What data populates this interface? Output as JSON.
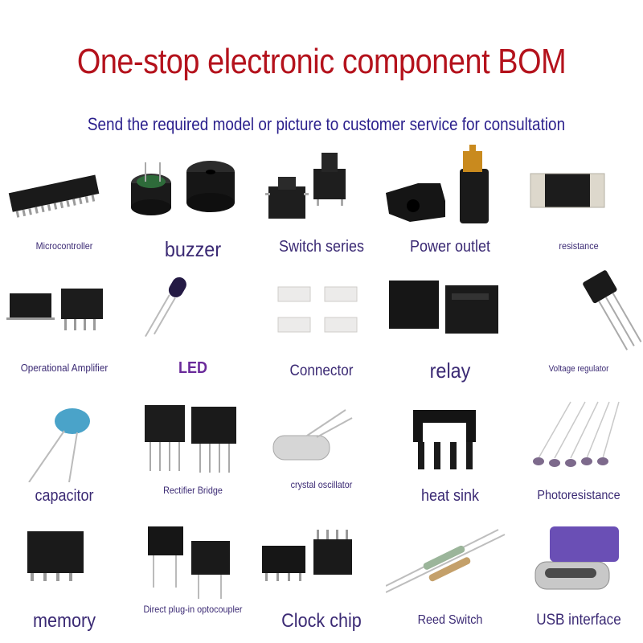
{
  "header": {
    "title": "One-stop electronic component BOM",
    "subtitle": "Send the required model or picture to customer service for consultation"
  },
  "items": [
    {
      "label": "Microcontroller",
      "icon": "microcontroller-icon"
    },
    {
      "label": "buzzer",
      "icon": "buzzer-icon"
    },
    {
      "label": "Switch series",
      "icon": "switch-icon"
    },
    {
      "label": "Power outlet",
      "icon": "power-outlet-icon"
    },
    {
      "label": "resistance",
      "icon": "resistor-icon"
    },
    {
      "label": "Operational Amplifier",
      "icon": "op-amp-icon"
    },
    {
      "label": "LED",
      "icon": "led-icon"
    },
    {
      "label": "Connector",
      "icon": "connector-icon"
    },
    {
      "label": "relay",
      "icon": "relay-icon"
    },
    {
      "label": "Voltage regulator",
      "icon": "voltage-regulator-icon"
    },
    {
      "label": "capacitor",
      "icon": "capacitor-icon"
    },
    {
      "label": "Rectifier Bridge",
      "icon": "rectifier-bridge-icon"
    },
    {
      "label": "crystal oscillator",
      "icon": "crystal-oscillator-icon"
    },
    {
      "label": "heat sink",
      "icon": "heat-sink-icon"
    },
    {
      "label": "Photoresistance",
      "icon": "photoresistor-icon"
    },
    {
      "label": "memory",
      "icon": "memory-chip-icon"
    },
    {
      "label": "Direct plug-in optocoupler",
      "icon": "optocoupler-icon"
    },
    {
      "label": "Clock chip",
      "icon": "clock-chip-icon"
    },
    {
      "label": "Reed Switch",
      "icon": "reed-switch-icon"
    },
    {
      "label": "USB interface",
      "icon": "usb-interface-icon"
    }
  ],
  "colors": {
    "title": "#b4121c",
    "subtitle": "#2a1f8c",
    "label": "#3b2a74"
  }
}
